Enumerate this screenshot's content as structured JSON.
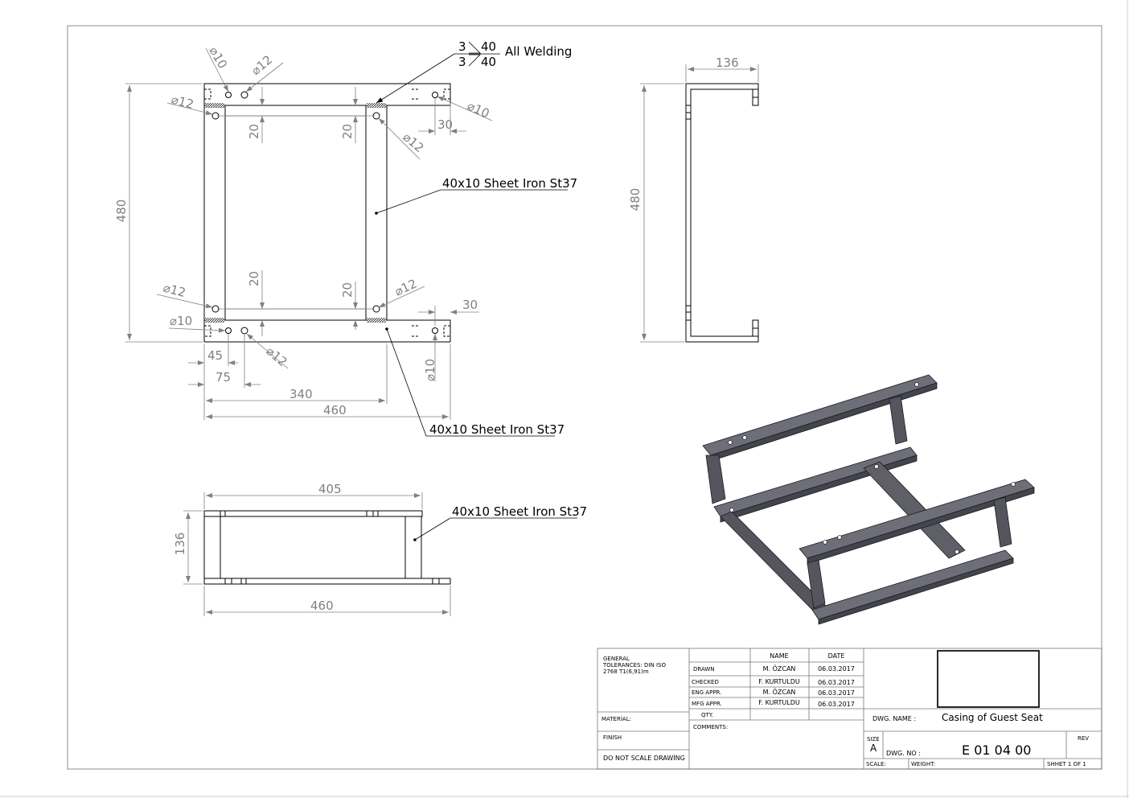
{
  "views": {
    "top": {
      "weld_sym": {
        "top": "3",
        "top_len": "40",
        "bot": "3",
        "bot_len": "40",
        "label": "All Welding"
      },
      "holes": {
        "d10_a": "⌀10",
        "d12_a": "⌀12",
        "d12_b": "⌀12",
        "d10_b": "⌀10",
        "d12_c": "⌀12",
        "d12_d": "⌀12",
        "d12_e": "⌀12",
        "d10_c": "⌀10",
        "d12_f": "⌀12",
        "d10_d": "⌀10"
      },
      "dims": {
        "h480": "480",
        "v20a": "20",
        "v20b": "20",
        "h30a": "30",
        "v20c": "20",
        "v20d": "20",
        "h30b": "30",
        "h45": "45",
        "h75": "75",
        "h340": "340",
        "h460": "460"
      },
      "notes": {
        "sheet1": "40x10 Sheet Iron St37",
        "sheet2": "40x10 Sheet Iron St37"
      }
    },
    "side": {
      "dims": {
        "w136": "136",
        "h480": "480"
      }
    },
    "front": {
      "dims": {
        "w405": "405",
        "h136": "136",
        "w460": "460"
      },
      "note": "40x10 Sheet Iron St37"
    }
  },
  "title_block": {
    "general": "GENERAL",
    "tolerances": "TOLERANCES: DIN ISO",
    "tol_std": "2768 T1(6,91)m",
    "header_name": "NAME",
    "header_date": "DATE",
    "rows": [
      {
        "role": "DRAWN",
        "name": "M. ÖZCAN",
        "date": "06.03.2017"
      },
      {
        "role": "CHECKED",
        "name": "F. KURTULDU",
        "date": "06.03.2017"
      },
      {
        "role": "ENG APPR.",
        "name": "M. ÖZCAN",
        "date": "06.03.2017"
      },
      {
        "role": "MFG APPR.",
        "name": "F. KURTULDU",
        "date": "06.03.2017"
      }
    ],
    "qty": "QTY.",
    "comments": "COMMENTS:",
    "material": "MATERİAL:",
    "finish": "FINISH",
    "no_scale": "DO NOT SCALE DRAWİNG",
    "dwg_name_label": "DWG. NAME :",
    "dwg_name": "Casing of Guest Seat",
    "size_label": "SIZE",
    "size": "A",
    "dwg_no_label": "DWG. NO :",
    "dwg_no": "E 01 04 00",
    "rev": "REV",
    "scale": "SCALE:",
    "weight": "WEIGHT:",
    "sheet": "SHHET 1 OF 1"
  }
}
